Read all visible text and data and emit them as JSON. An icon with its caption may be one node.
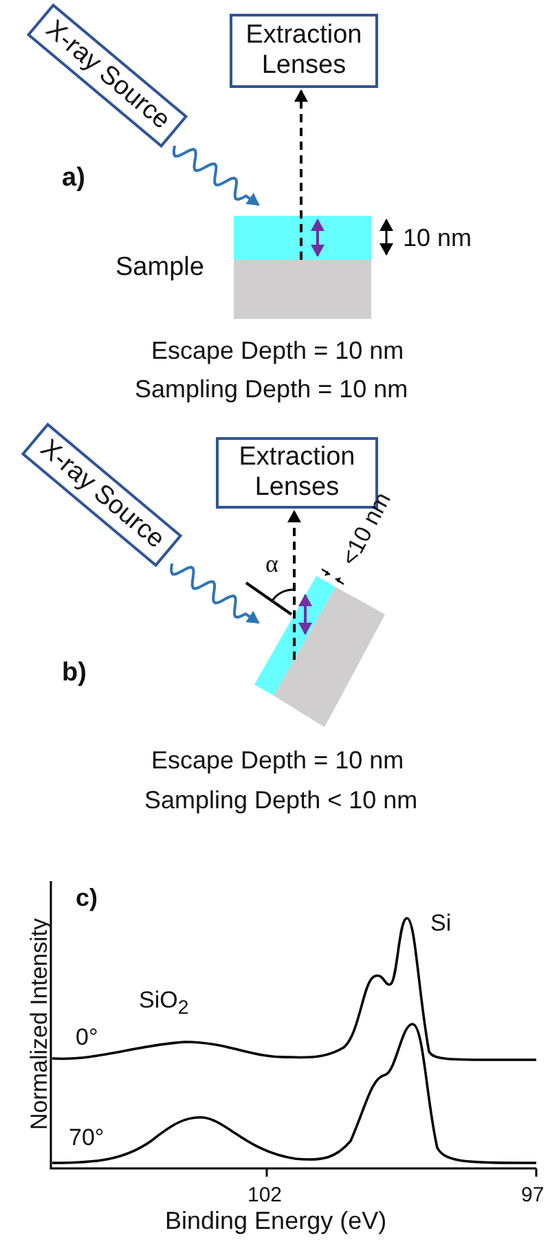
{
  "diagram": {
    "nodes": [
      {
        "text": [
          "X-ray Source"
        ]
      },
      {
        "text": [
          "Extraction Lenses"
        ]
      },
      {
        "text": [],
        "shape": "box",
        "beside": [
          "Sample"
        ]
      },
      {
        "text": [
          "X-ray Source"
        ]
      },
      {
        "text": [
          "Extraction Lenses"
        ]
      },
      {
        "text": [],
        "shape": "box"
      }
    ],
    "edges": [
      {
        "from": 0,
        "to": 2,
        "arrow": "to",
        "color": "#2e75b6"
      },
      {
        "from": 2,
        "to": 1,
        "arrow": "to",
        "style": "dashed",
        "color": "#000000"
      },
      {
        "from": 3,
        "to": 5,
        "arrow": "to",
        "color": "#2e75b6"
      },
      {
        "from": 5,
        "to": 4,
        "arrow": "to",
        "style": "dashed",
        "color": "#000000"
      }
    ],
    "labels": [
      "a)",
      "10 nm",
      "Escape Depth = 10 nm",
      "Sampling Depth = 10 nm",
      "α",
      "<10 nm",
      "b)",
      "Escape Depth = 10 nm",
      "Sampling Depth < 10 nm",
      "c)",
      "Si",
      "SiO$_{2}$",
      "0°",
      "70°",
      "Normalized Intensity",
      "102",
      "97",
      "Binding Energy (eV)"
    ]
  }
}
